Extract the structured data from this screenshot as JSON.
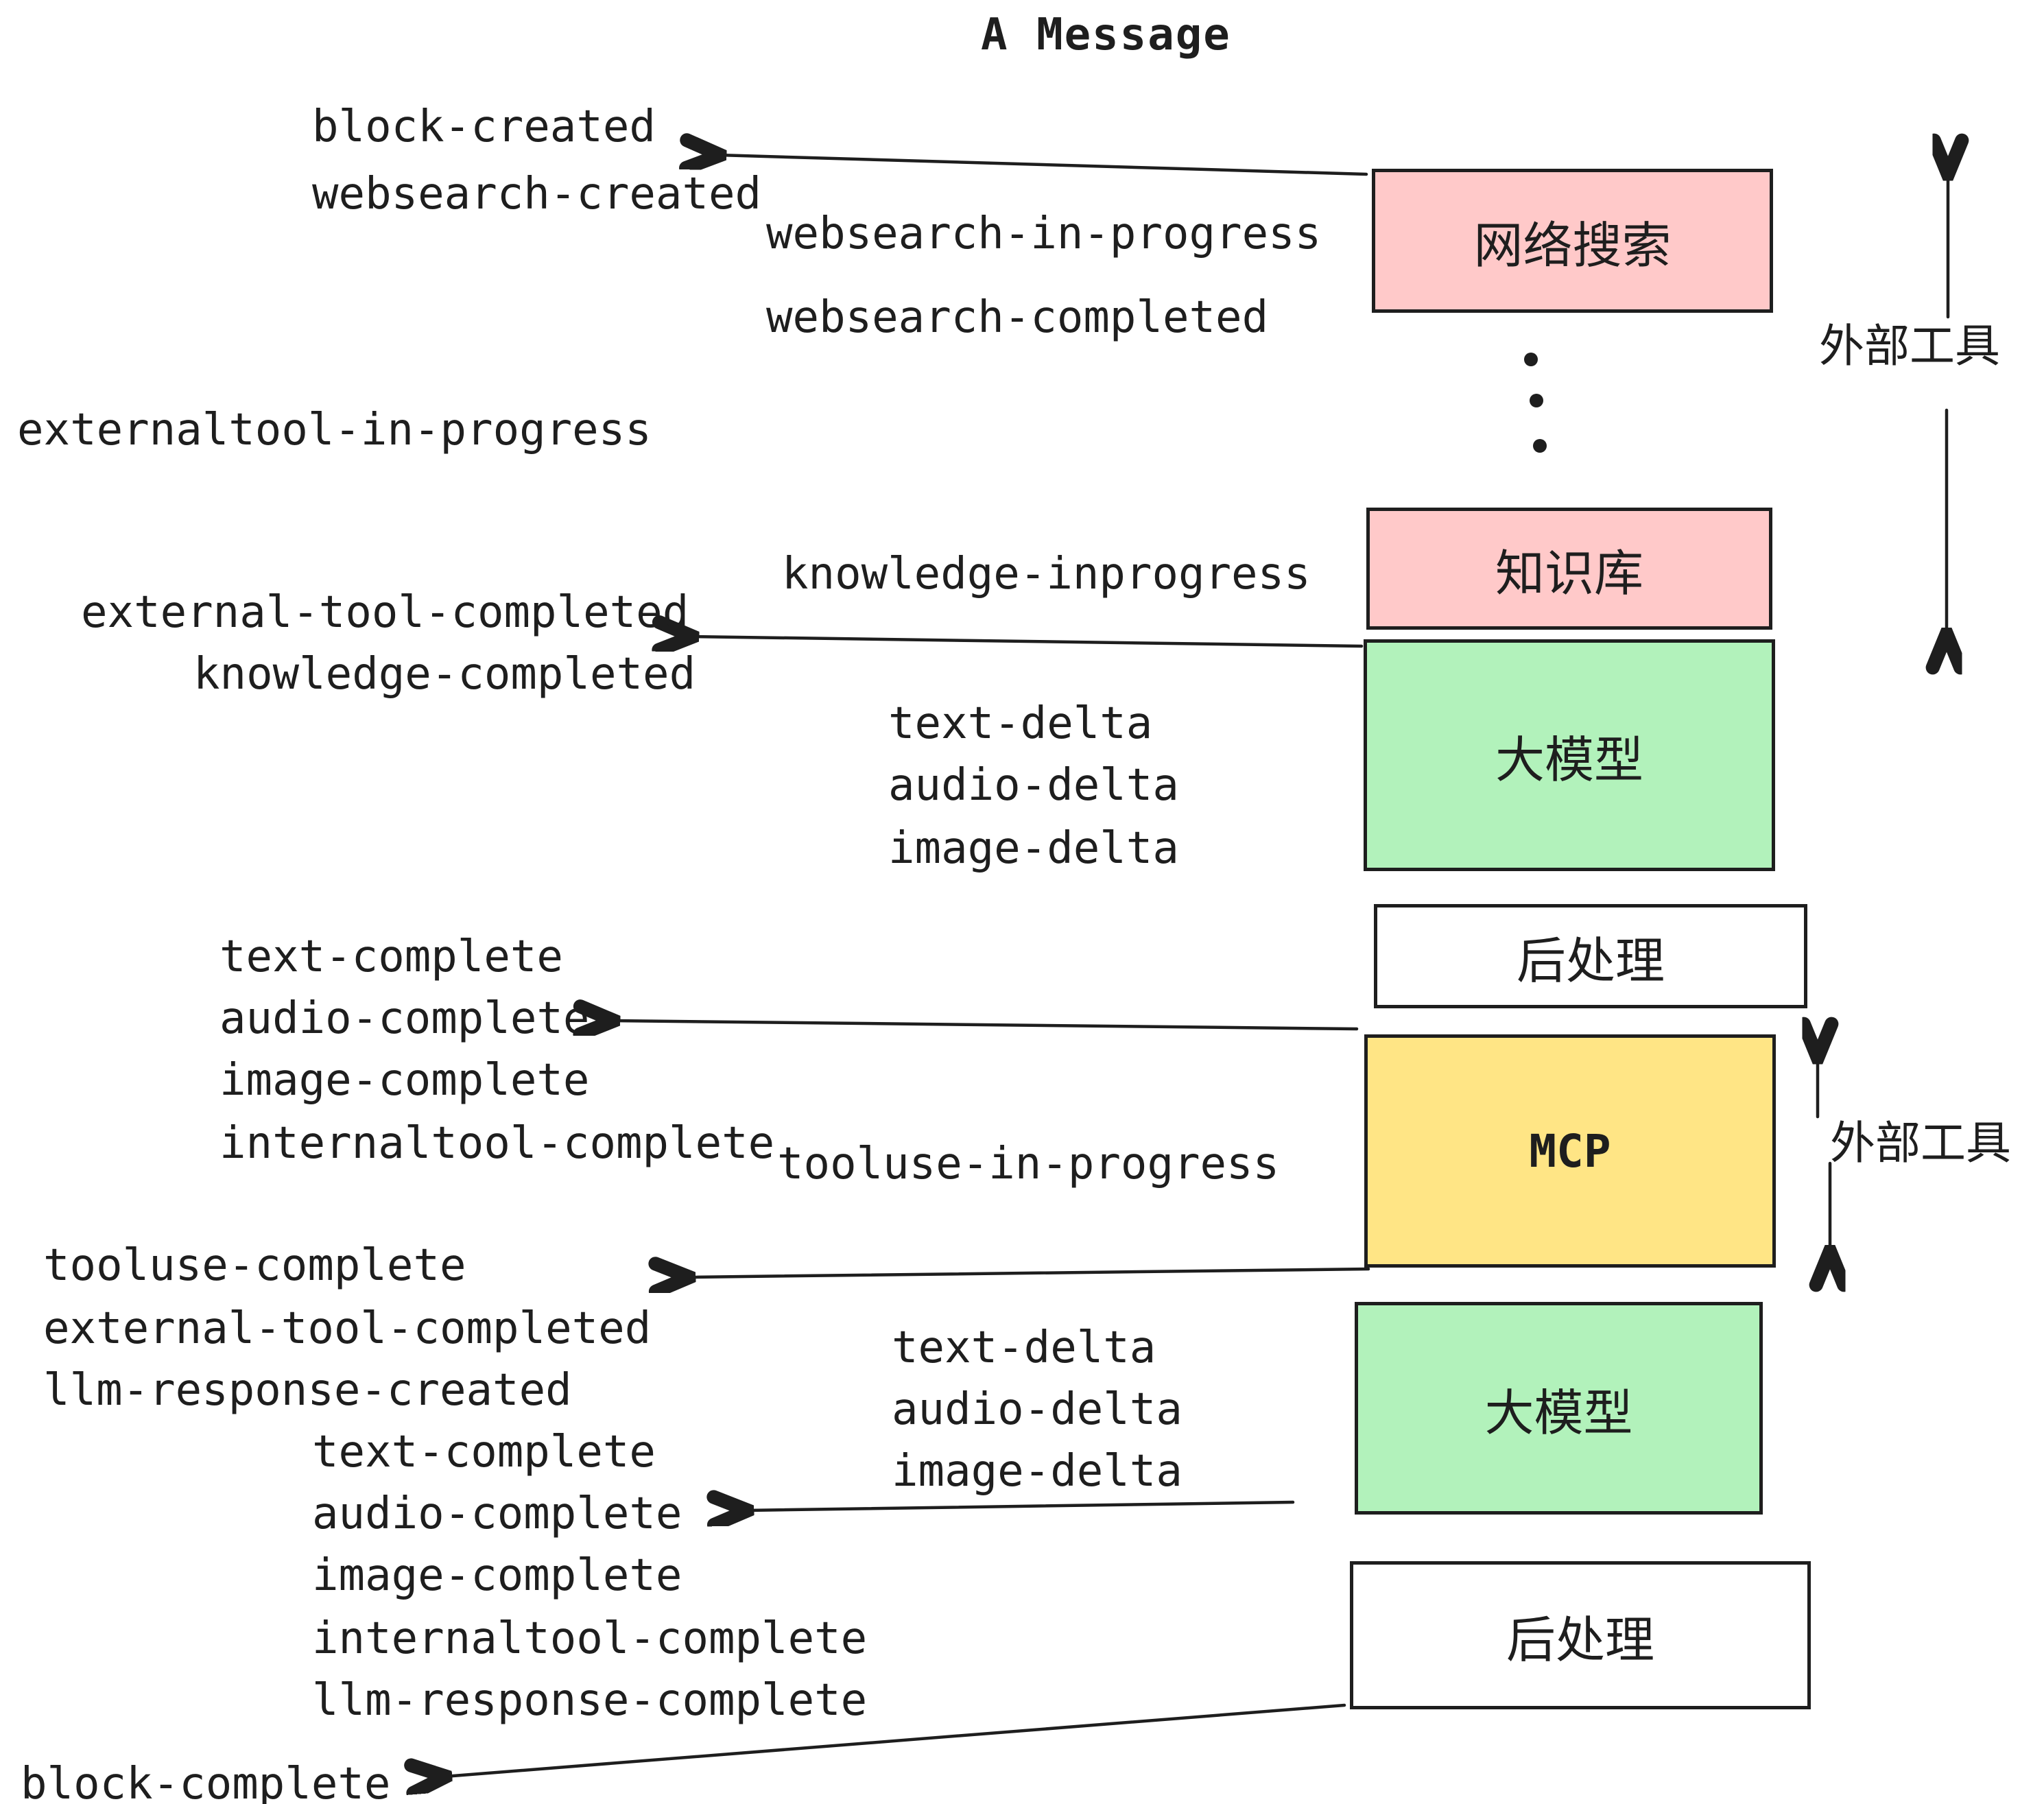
{
  "title": "A Message",
  "events": {
    "block_created": "block-created",
    "websearch_created": "websearch-created",
    "websearch_in_progress": "websearch-in-progress",
    "websearch_completed": "websearch-completed",
    "externaltool_in_progress": "externaltool-in-progress",
    "knowledge_inprogress": "knowledge-inprogress",
    "external_tool_completed": "external-tool-completed",
    "knowledge_completed": "knowledge-completed",
    "text_delta": "text-delta",
    "audio_delta": "audio-delta",
    "image_delta": "image-delta",
    "text_complete": "text-complete",
    "audio_complete": "audio-complete",
    "image_complete": "image-complete",
    "internaltool_complete": "internaltool-complete",
    "tooluse_in_progress": "tooluse-in-progress",
    "tooluse_complete": "tooluse-complete",
    "llm_response_created": "llm-response-created",
    "llm_response_complete": "llm-response-complete",
    "block_complete": "block-complete"
  },
  "boxes": [
    {
      "id": "websearch",
      "label": "网络搜索",
      "color": "#ffc9c9"
    },
    {
      "id": "knowledge",
      "label": "知识库",
      "color": "#ffc9c9"
    },
    {
      "id": "llm1",
      "label": "大模型",
      "color": "#b2f2bb"
    },
    {
      "id": "post1",
      "label": "后处理",
      "color": "#ffffff"
    },
    {
      "id": "mcp",
      "label": "MCP",
      "color": "#ffe585"
    },
    {
      "id": "llm2",
      "label": "大模型",
      "color": "#b2f2bb"
    },
    {
      "id": "post2",
      "label": "后处理",
      "color": "#ffffff"
    }
  ],
  "side_labels": {
    "external_tools_top": "外部工具",
    "external_tools_middle": "外部工具"
  },
  "colors": {
    "pink": "#ffc9c9",
    "green": "#b2f2bb",
    "yellow": "#ffe585",
    "stroke": "#1e1e1e",
    "background": "#ffffff"
  }
}
